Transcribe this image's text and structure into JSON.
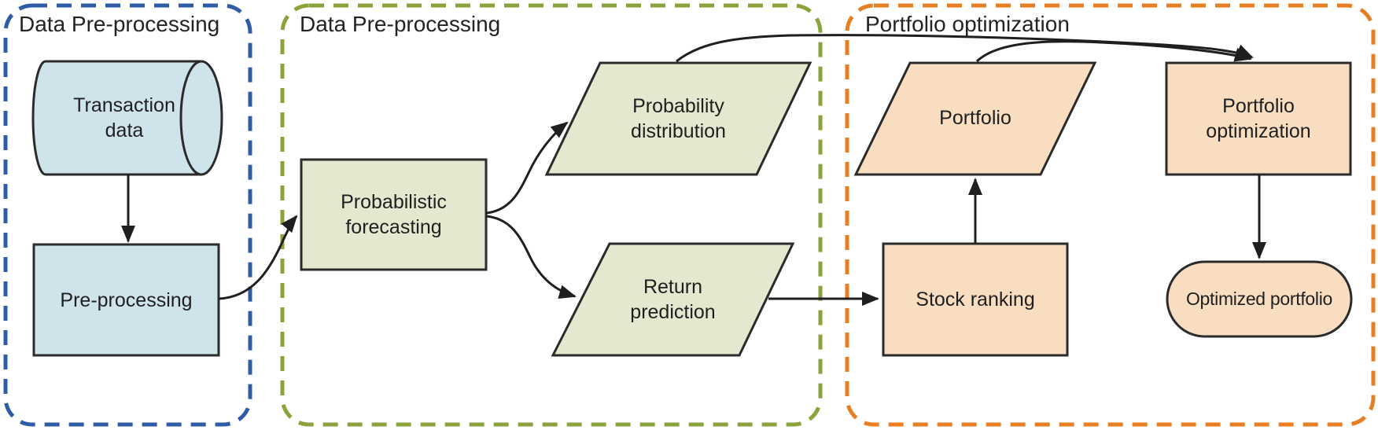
{
  "figure": {
    "type": "flowchart",
    "description": "Three-stage pipeline flowchart: transaction data pre-processing, probabilistic forecasting, and portfolio optimization"
  },
  "sections": [
    {
      "id": "left",
      "title": "Data Pre-processing",
      "border_color": "#2e5ca6"
    },
    {
      "id": "middle",
      "title": "Data Pre-processing",
      "border_color": "#8aa33c"
    },
    {
      "id": "right",
      "title": "Portfolio optimization",
      "border_color": "#e77e22"
    }
  ],
  "nodes": {
    "transaction_data": {
      "line1": "Transaction",
      "line2": "data",
      "shape": "cylinder",
      "fill": "#cfe3eb"
    },
    "pre_processing": {
      "line1": "Pre-processing",
      "shape": "rect",
      "fill": "#cfe3eb"
    },
    "probabilistic_forecasting": {
      "line1": "Probabilistic",
      "line2": "forecasting",
      "shape": "rect",
      "fill": "#e4e8cf"
    },
    "probability_distribution": {
      "line1": "Probability",
      "line2": "distribution",
      "shape": "parallelogram",
      "fill": "#e4e8cf"
    },
    "return_prediction": {
      "line1": "Return",
      "line2": "prediction",
      "shape": "parallelogram",
      "fill": "#e4e8cf"
    },
    "portfolio": {
      "line1": "Portfolio",
      "shape": "parallelogram",
      "fill": "#f9ddc0"
    },
    "stock_ranking": {
      "line1": "Stock ranking",
      "shape": "rect",
      "fill": "#f9ddc0"
    },
    "portfolio_optimization": {
      "line1": "Portfolio",
      "line2": "optimization",
      "shape": "rect",
      "fill": "#f9ddc0"
    },
    "optimized_portfolio": {
      "line1": "Optimized portfolio",
      "shape": "stadium",
      "fill": "#f9ddc0"
    }
  },
  "edges": [
    {
      "from": "transaction_data",
      "to": "pre_processing"
    },
    {
      "from": "pre_processing",
      "to": "probabilistic_forecasting"
    },
    {
      "from": "probabilistic_forecasting",
      "to": "probability_distribution"
    },
    {
      "from": "probabilistic_forecasting",
      "to": "return_prediction"
    },
    {
      "from": "return_prediction",
      "to": "stock_ranking"
    },
    {
      "from": "stock_ranking",
      "to": "portfolio"
    },
    {
      "from": "portfolio",
      "to": "portfolio_optimization"
    },
    {
      "from": "probability_distribution",
      "to": "portfolio_optimization"
    },
    {
      "from": "portfolio_optimization",
      "to": "optimized_portfolio"
    }
  ],
  "colors": {
    "blue_fill": "#cfe3eb",
    "green_fill": "#e4e8cf",
    "orange_fill": "#f9ddc0",
    "blue_border": "#2e5ca6",
    "green_border": "#8aa33c",
    "orange_border": "#e77e22",
    "node_stroke": "#2b2b2b",
    "arrow": "#1f1f1f",
    "text": "#1f1f1f"
  }
}
